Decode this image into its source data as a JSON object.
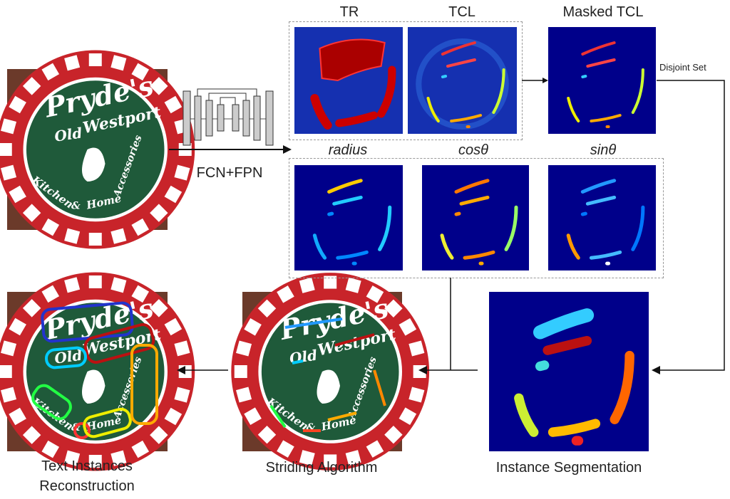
{
  "labels": {
    "tr": "TR",
    "tcl": "TCL",
    "masked_tcl": "Masked TCL",
    "disjoint_set": "Disjoint Set",
    "radius": "radius",
    "cos": "cosθ",
    "sin": "sinθ",
    "network": "FCN+FPN",
    "reconstruction_line1": "Text Instances",
    "reconstruction_line2": "Reconstruction",
    "striding": "Striding Algorithm",
    "instance_seg": "Instance Segmentation"
  },
  "sign_text": {
    "line1": "Pryde's",
    "line2a": "Old",
    "line2b": "Westport",
    "bottom_a": "Kitchen",
    "bottom_amp": "&",
    "bottom_b": "Home",
    "bottom_c": "Accessories"
  },
  "colors": {
    "heatmap_bg": "#00008a",
    "sign_green": "#1f5a3a",
    "sign_red": "#c8242a"
  }
}
